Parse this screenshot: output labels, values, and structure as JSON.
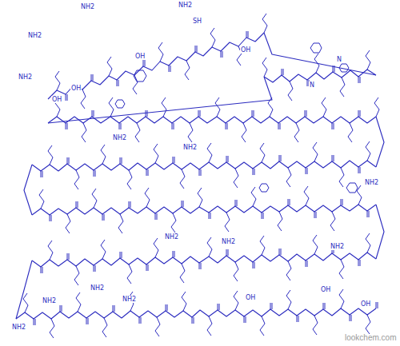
{
  "diagram": {
    "labels": [
      "NH2",
      "NH2",
      "SH",
      "NH2",
      "OH",
      "OH",
      "NH2",
      "OH",
      "OH",
      "NH2",
      "NH2",
      "NH2",
      "NH2",
      "NH2",
      "NH2",
      "NH2",
      "NH2",
      "OH",
      "OH",
      "OH",
      "NH2",
      "NH2",
      "N",
      "N",
      "lookchem.com"
    ]
  }
}
